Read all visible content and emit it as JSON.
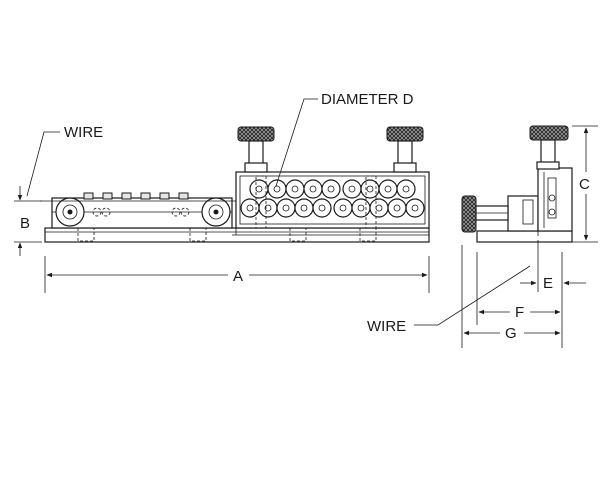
{
  "labels": {
    "diameter": "DIAMETER D",
    "wire_top": "WIRE",
    "wire_bottom": "WIRE",
    "dim_a": "A",
    "dim_b": "B",
    "dim_c": "C",
    "dim_e": "E",
    "dim_f": "F",
    "dim_g": "G"
  },
  "colors": {
    "line": "#1a1a1a",
    "knurl": "#3a3a3a",
    "background": "#ffffff"
  }
}
